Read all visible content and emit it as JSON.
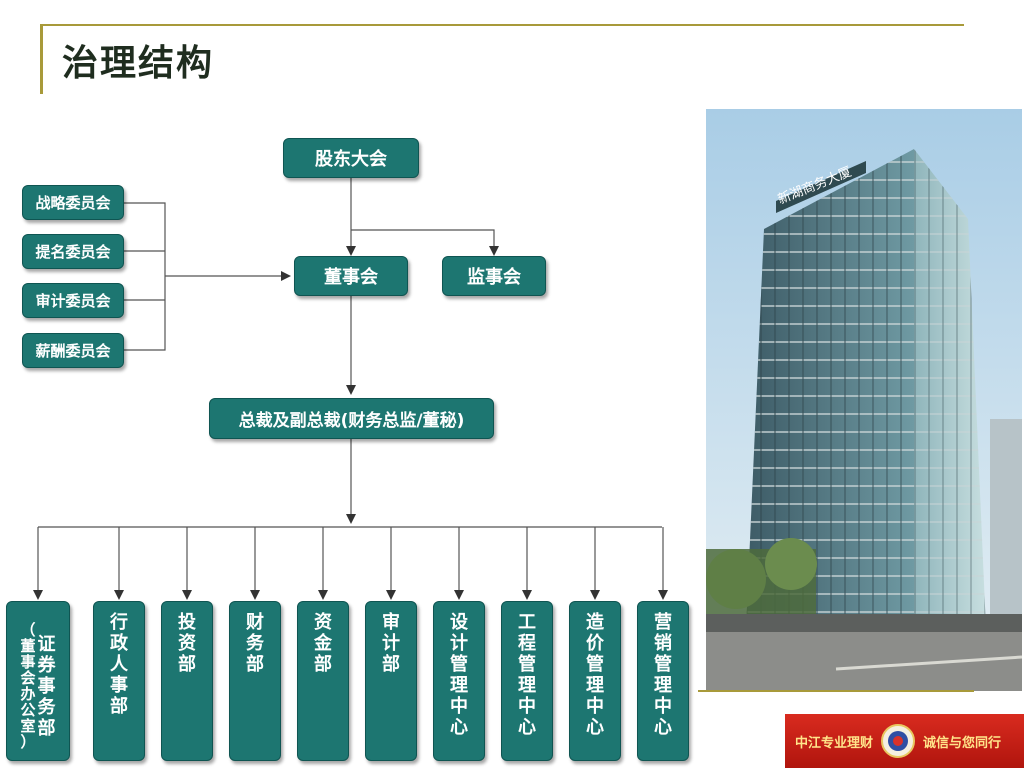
{
  "title": "治理结构",
  "nodes": {
    "shareholders": "股东大会",
    "board": "董事会",
    "supervisors": "监事会",
    "strategy": "战略委员会",
    "nomination": "提名委员会",
    "audit_committee": "审计委员会",
    "compensation": "薪酬委员会",
    "president": "总裁及副总裁(财务总监/董秘)"
  },
  "departments": [
    {
      "label": "证券事务部",
      "note": "（董事会办公室）"
    },
    {
      "label": "行政人事部"
    },
    {
      "label": "投资部"
    },
    {
      "label": "财务部"
    },
    {
      "label": "资金部"
    },
    {
      "label": "审计部"
    },
    {
      "label": "设计管理中心"
    },
    {
      "label": "工程管理中心"
    },
    {
      "label": "造价管理中心"
    },
    {
      "label": "营销管理中心"
    }
  ],
  "photo": {
    "sign": "新湖商务大厦"
  },
  "banner": {
    "left": "中江专业理财",
    "right": "诚信与您同行"
  },
  "colors": {
    "node": "#1d7671",
    "accent": "#a89a3a",
    "banner": "#c71f15"
  }
}
